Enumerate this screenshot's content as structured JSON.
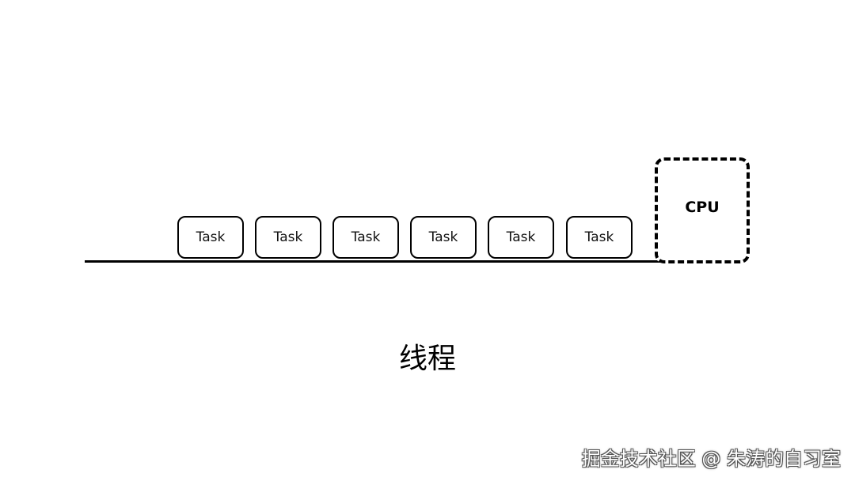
{
  "tasks": [
    {
      "label": "Task"
    },
    {
      "label": "Task"
    },
    {
      "label": "Task"
    },
    {
      "label": "Task"
    },
    {
      "label": "Task"
    },
    {
      "label": "Task"
    }
  ],
  "cpu": {
    "label": "CPU"
  },
  "caption": "线程",
  "watermark": "掘金技术社区 @ 朱涛的自习室",
  "colors": {
    "stroke": "#000000",
    "background": "#ffffff"
  }
}
